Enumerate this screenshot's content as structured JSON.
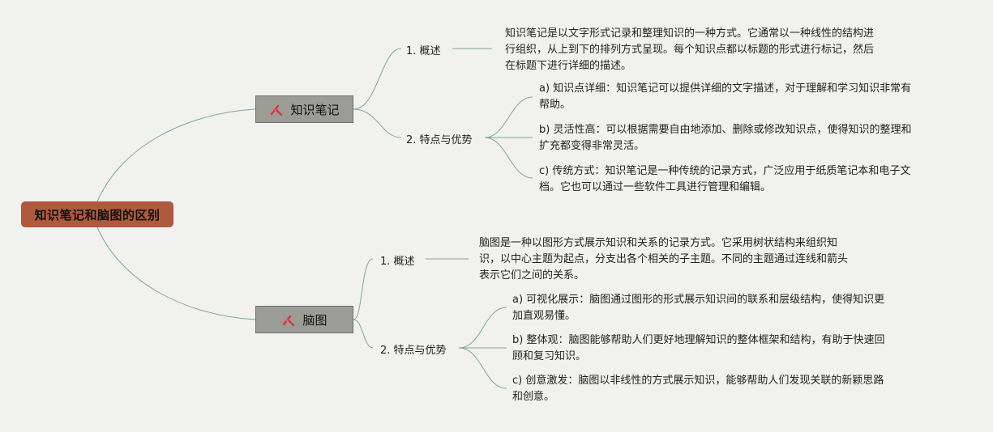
{
  "root": {
    "label": "知识笔记和脑图的区别"
  },
  "branches": [
    {
      "label": "知识笔记",
      "icon": "marker-pen-icon",
      "overview": {
        "label": "1. 概述",
        "lines": [
          "知识笔记是以文字形式记录和整理知识的一种方式。它通常以一种线性的结构进",
          "行组织，从上到下的排列方式呈现。每个知识点都以标题的形式进行标记，然后",
          "在标题下进行详细的描述。"
        ]
      },
      "features": {
        "label": "2. 特点与优势",
        "items": [
          {
            "lines": [
              "a) 知识点详细：知识笔记可以提供详细的文字描述，对于理解和学习知识非常有",
              "帮助。"
            ]
          },
          {
            "lines": [
              "b) 灵活性高：可以根据需要自由地添加、删除或修改知识点，使得知识的整理和",
              "扩充都变得非常灵活。"
            ]
          },
          {
            "lines": [
              "c) 传统方式：知识笔记是一种传统的记录方式，广泛应用于纸质笔记本和电子文",
              "档。它也可以通过一些软件工具进行管理和编辑。"
            ]
          }
        ]
      }
    },
    {
      "label": "脑图",
      "icon": "marker-pen-icon",
      "overview": {
        "label": "1. 概述",
        "lines": [
          "脑图是一种以图形方式展示知识和关系的记录方式。它采用树状结构来组织知",
          "识，以中心主题为起点，分支出各个相关的子主题。不同的主题通过连线和箭头",
          "表示它们之间的关系。"
        ]
      },
      "features": {
        "label": "2. 特点与优势",
        "items": [
          {
            "lines": [
              "a) 可视化展示：脑图通过图形的形式展示知识间的联系和层级结构，使得知识更",
              "加直观易懂。"
            ]
          },
          {
            "lines": [
              "b) 整体观：脑图能够帮助人们更好地理解知识的整体框架和结构，有助于快速回",
              "顾和复习知识。"
            ]
          },
          {
            "lines": [
              "c) 创意激发：脑图以非线性的方式展示知识，能够帮助人们发现关联的新颖思路",
              "和创意。"
            ]
          }
        ]
      }
    }
  ],
  "colors": {
    "background": "#f1f1ef",
    "root_fill": "#b05a3d",
    "branch_fill": "#9c9c97",
    "connector": "#7aa79a",
    "icon_red": "#d9383a"
  }
}
